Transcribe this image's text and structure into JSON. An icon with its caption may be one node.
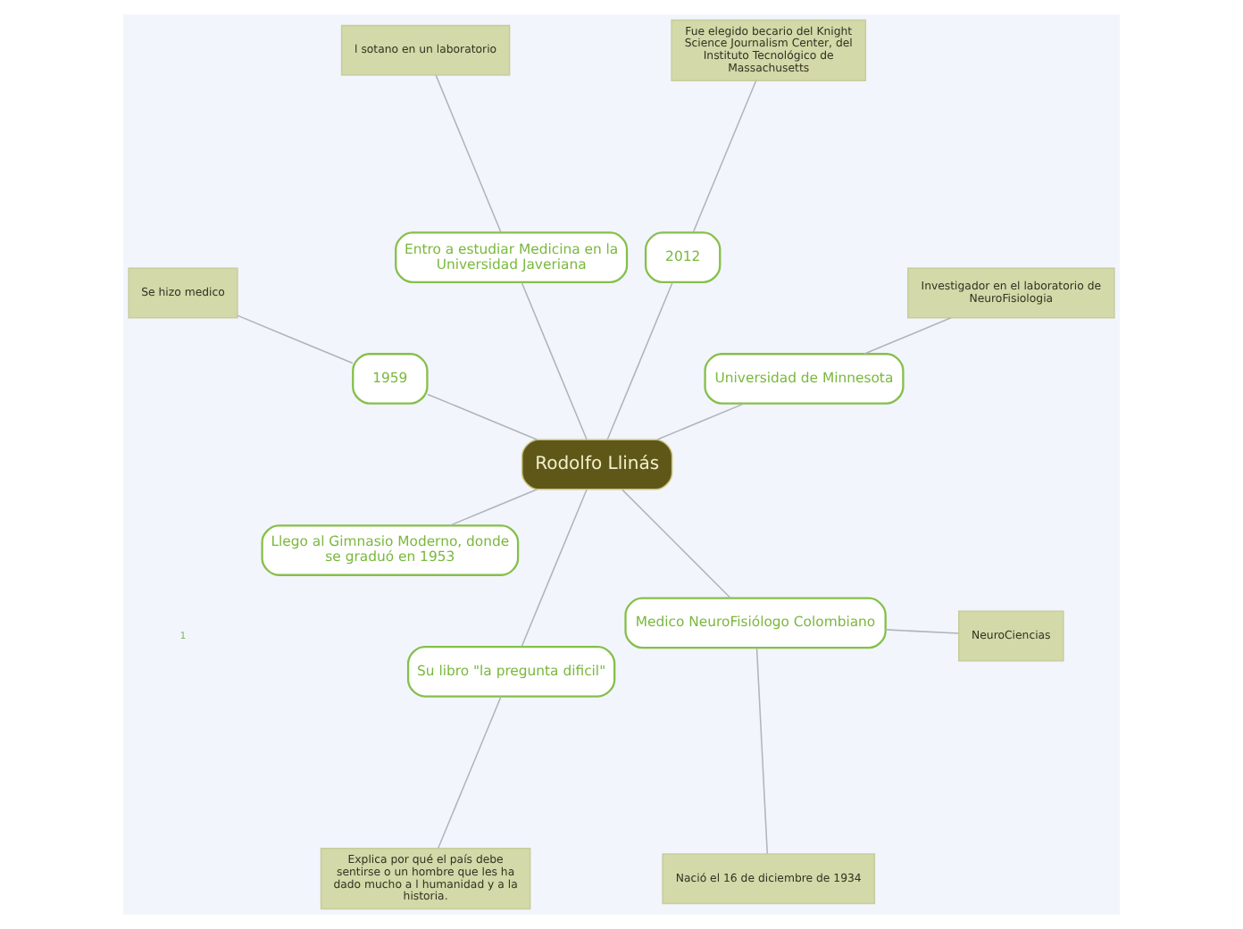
{
  "diagram": {
    "nodes": [
      {
        "text": [
          "Rodolfo Llinás"
        ]
      },
      {
        "text": [
          "Universidad de Minnesota"
        ]
      },
      {
        "text": [
          "Investigador en el laboratorio de NeuroFisiologia"
        ]
      },
      {
        "text": [
          "2012"
        ]
      },
      {
        "text": [
          "Fue elegido becario del Knight Science Journalism Center, del Instituto Tecnológico de Massachusetts"
        ]
      },
      {
        "text": [
          "Entro a estudiar Medicina en la Universidad Javeriana"
        ]
      },
      {
        "text": [
          "l sotano en un laboratorio"
        ]
      },
      {
        "text": [
          "1959"
        ]
      },
      {
        "text": [
          "Se hizo medico"
        ]
      },
      {
        "text": [
          "Llego al Gimnasio Moderno, donde se graduó en 1953"
        ]
      },
      {
        "text": [
          "Su libro \"la pregunta dificil\""
        ]
      },
      {
        "text": [
          "Explica por qué el país debe sentirse o un hombre que les ha dado mucho a l humanidad y a la historia."
        ]
      },
      {
        "text": [
          "Medico NeuroFisiólogo Colombiano"
        ]
      },
      {
        "text": [
          "Nació el 16 de diciembre de 1934"
        ]
      },
      {
        "text": [
          "NeuroCiencias"
        ]
      }
    ],
    "edges": [
      {
        "from": 0,
        "to": 1,
        "arrow": "none"
      },
      {
        "from": 1,
        "to": 2,
        "arrow": "none"
      },
      {
        "from": 0,
        "to": 3,
        "arrow": "none"
      },
      {
        "from": 3,
        "to": 4,
        "arrow": "none"
      },
      {
        "from": 0,
        "to": 5,
        "arrow": "none"
      },
      {
        "from": 5,
        "to": 6,
        "arrow": "none"
      },
      {
        "from": 0,
        "to": 7,
        "arrow": "none"
      },
      {
        "from": 7,
        "to": 8,
        "arrow": "none"
      },
      {
        "from": 0,
        "to": 9,
        "arrow": "none"
      },
      {
        "from": 0,
        "to": 10,
        "arrow": "none"
      },
      {
        "from": 10,
        "to": 11,
        "arrow": "none"
      },
      {
        "from": 0,
        "to": 12,
        "arrow": "none"
      },
      {
        "from": 12,
        "to": 13,
        "arrow": "none"
      },
      {
        "from": 12,
        "to": 14,
        "arrow": "none"
      }
    ],
    "labels": [
      "1"
    ]
  }
}
